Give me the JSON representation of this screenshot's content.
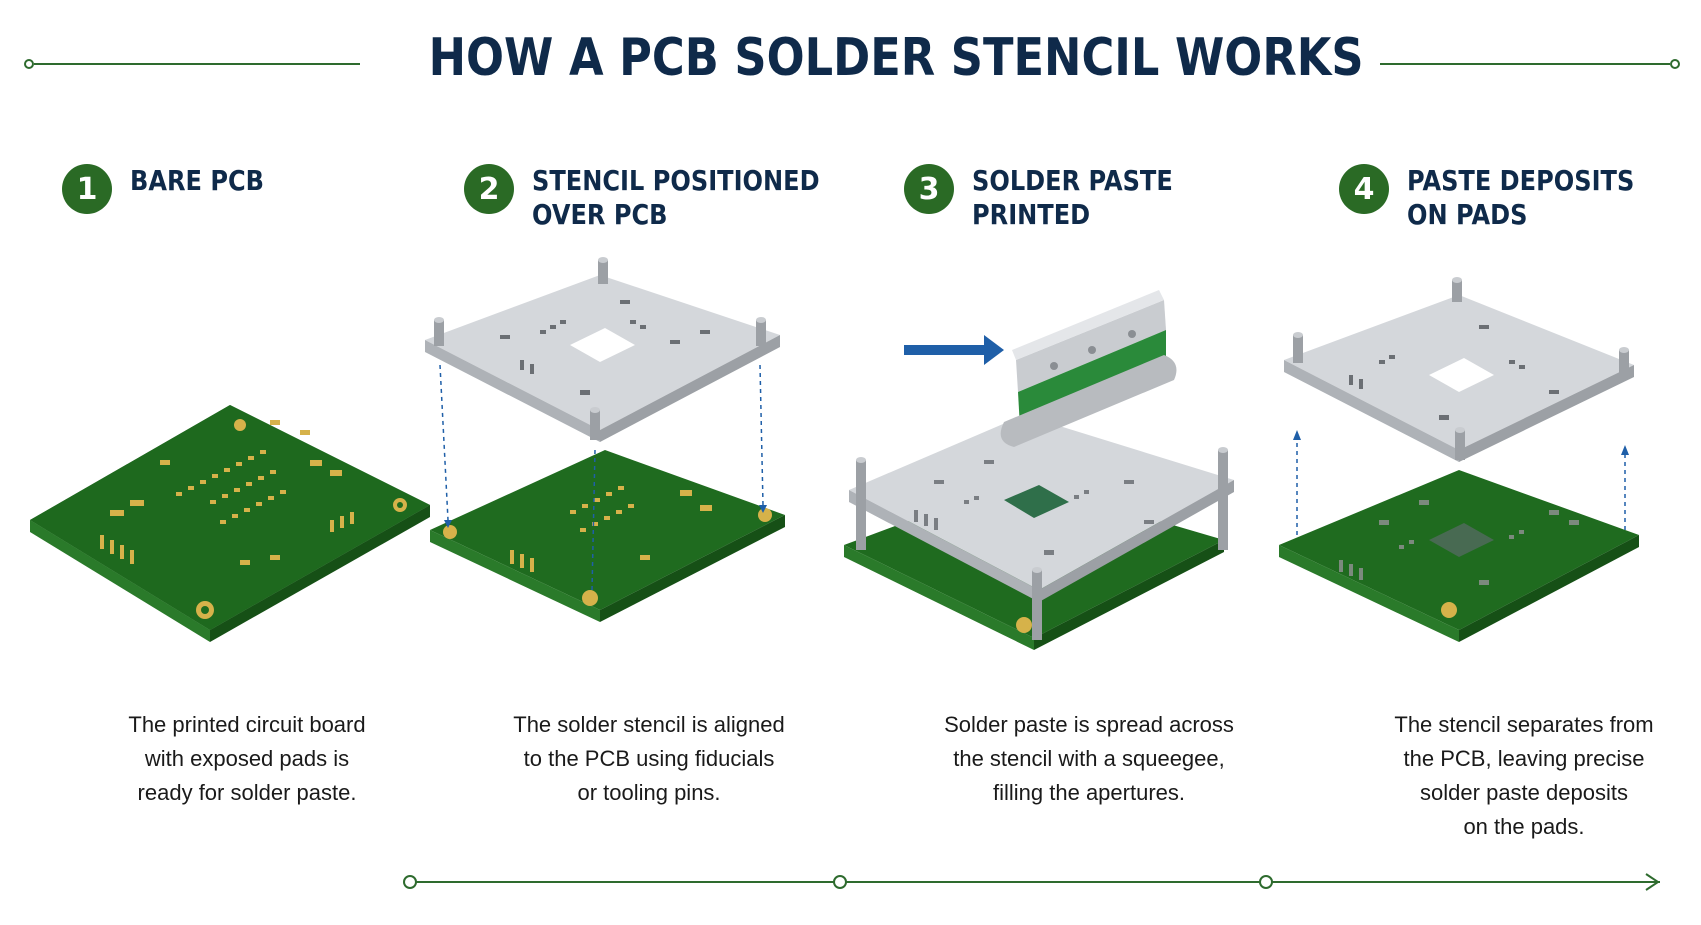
{
  "title": "HOW A PCB SOLDER STENCIL WORKS",
  "colors": {
    "accent_green": "#2a6a25",
    "title_navy": "#0f2a4a",
    "pcb_green": "#1f6b1f",
    "pad_gold": "#d6b24a",
    "stencil_silver": "#c9ccd0",
    "arrow_blue": "#1f5fa8"
  },
  "steps": [
    {
      "number": "1",
      "title_lines": [
        "BARE PCB"
      ],
      "desc_lines": [
        "The printed circuit board",
        "with exposed pads is",
        "ready for solder paste."
      ],
      "icon": "bare-pcb-icon"
    },
    {
      "number": "2",
      "title_lines": [
        "STENCIL POSITIONED",
        "OVER PCB"
      ],
      "desc_lines": [
        "The solder stencil is aligned",
        "to the PCB using fiducials",
        "or tooling pins."
      ],
      "icon": "stencil-over-pcb-icon"
    },
    {
      "number": "3",
      "title_lines": [
        "SOLDER PASTE",
        "PRINTED"
      ],
      "desc_lines": [
        "Solder paste is spread across",
        "the stencil with a squeegee,",
        "filling the apertures."
      ],
      "icon": "squeegee-print-icon"
    },
    {
      "number": "4",
      "title_lines": [
        "PASTE DEPOSITS",
        "ON PADS"
      ],
      "desc_lines": [
        "The stencil separates from",
        "the PCB, leaving precise",
        "solder paste deposits",
        "on the pads."
      ],
      "icon": "stencil-lift-icon"
    }
  ]
}
